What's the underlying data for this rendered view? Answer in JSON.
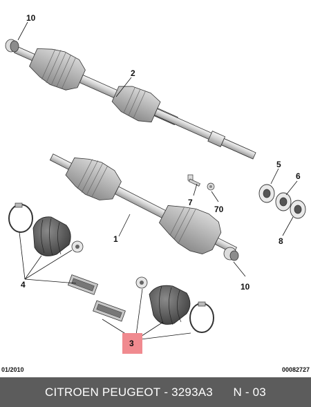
{
  "callouts": {
    "c10_top": "10",
    "c2": "2",
    "c5": "5",
    "c6": "6",
    "c7": "7",
    "c70": "70",
    "c8": "8",
    "c1": "1",
    "c4": "4",
    "c3": "3",
    "c10_bottom": "10"
  },
  "highlight_color": "#f08a8f",
  "footer": {
    "date": "01/2010",
    "code": "00082727",
    "brand": "CITROEN PEUGEOT",
    "separator": " - ",
    "part_number": "3293A3",
    "page": "N - 03"
  }
}
